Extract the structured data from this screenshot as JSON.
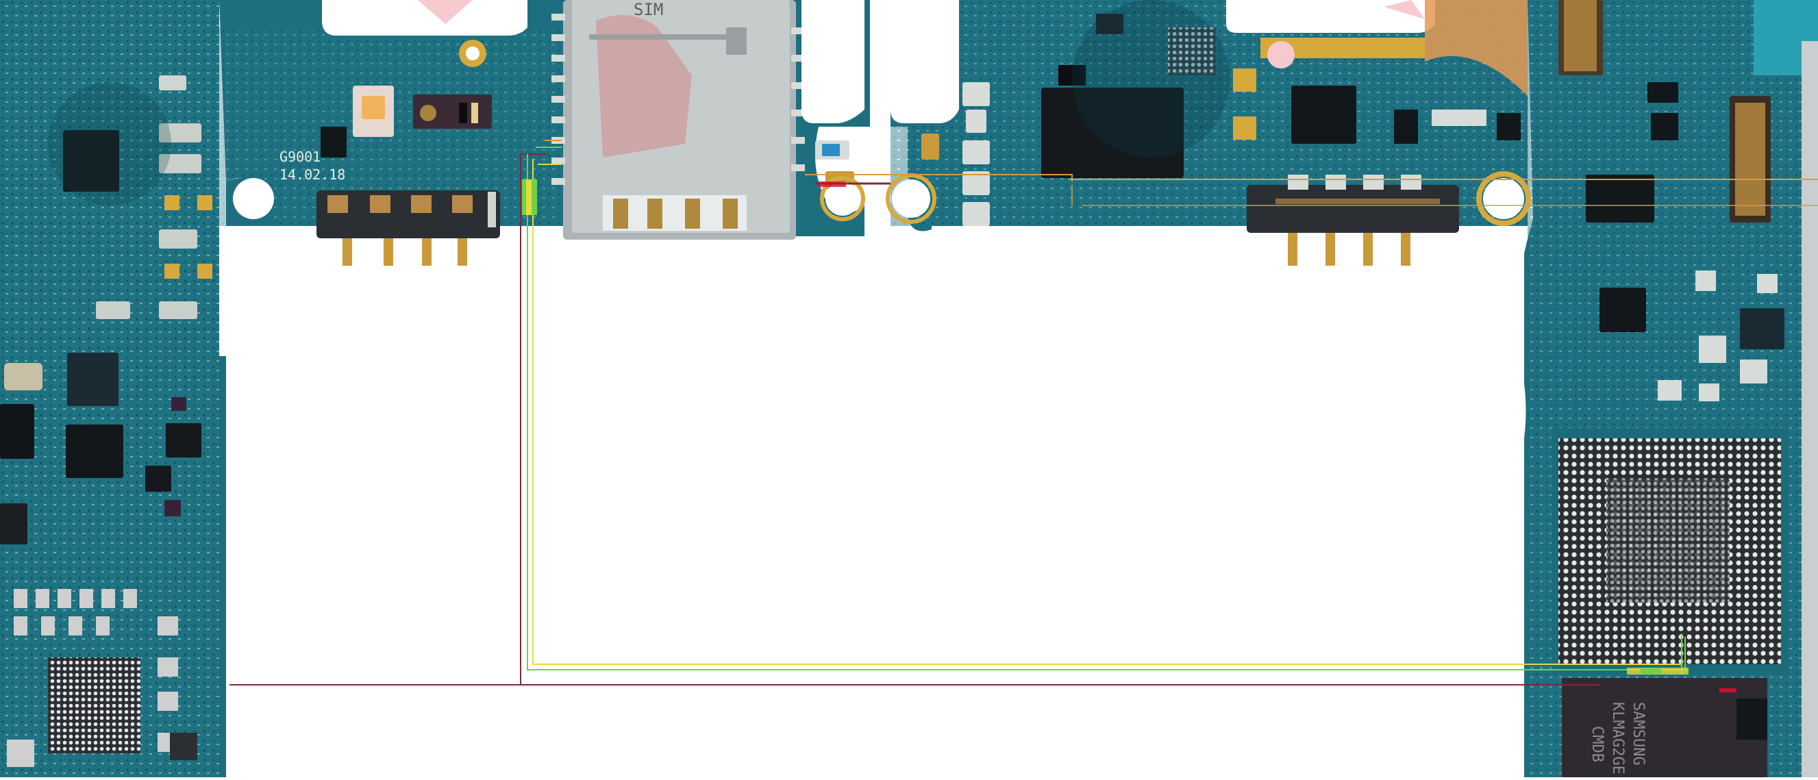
{
  "board": {
    "silkscreen_model": "G9001",
    "silkscreen_date": "14.02.18",
    "sim_tray_text": "SIM",
    "emmc_brand": "SAMSUNG",
    "emmc_part": "KLMAG2GE",
    "emmc_code": "CMDB"
  },
  "colors": {
    "background": "#ffffff",
    "pcb": "#1d6f7f",
    "pcb_light": "#2a8598",
    "gold": "#d6a93c",
    "chip": "#1a1f24",
    "trace_yellow": "#e4dc3a",
    "trace_green": "#6fd24c",
    "trace_maroon": "#7a2b3a",
    "trace_orange": "#d99a3a",
    "trace_red": "#c8102e"
  },
  "icons": [
    "pcb-board",
    "sim-tray-icon",
    "battery-connector-icon",
    "bga-chip-icon",
    "watermark-icon"
  ]
}
